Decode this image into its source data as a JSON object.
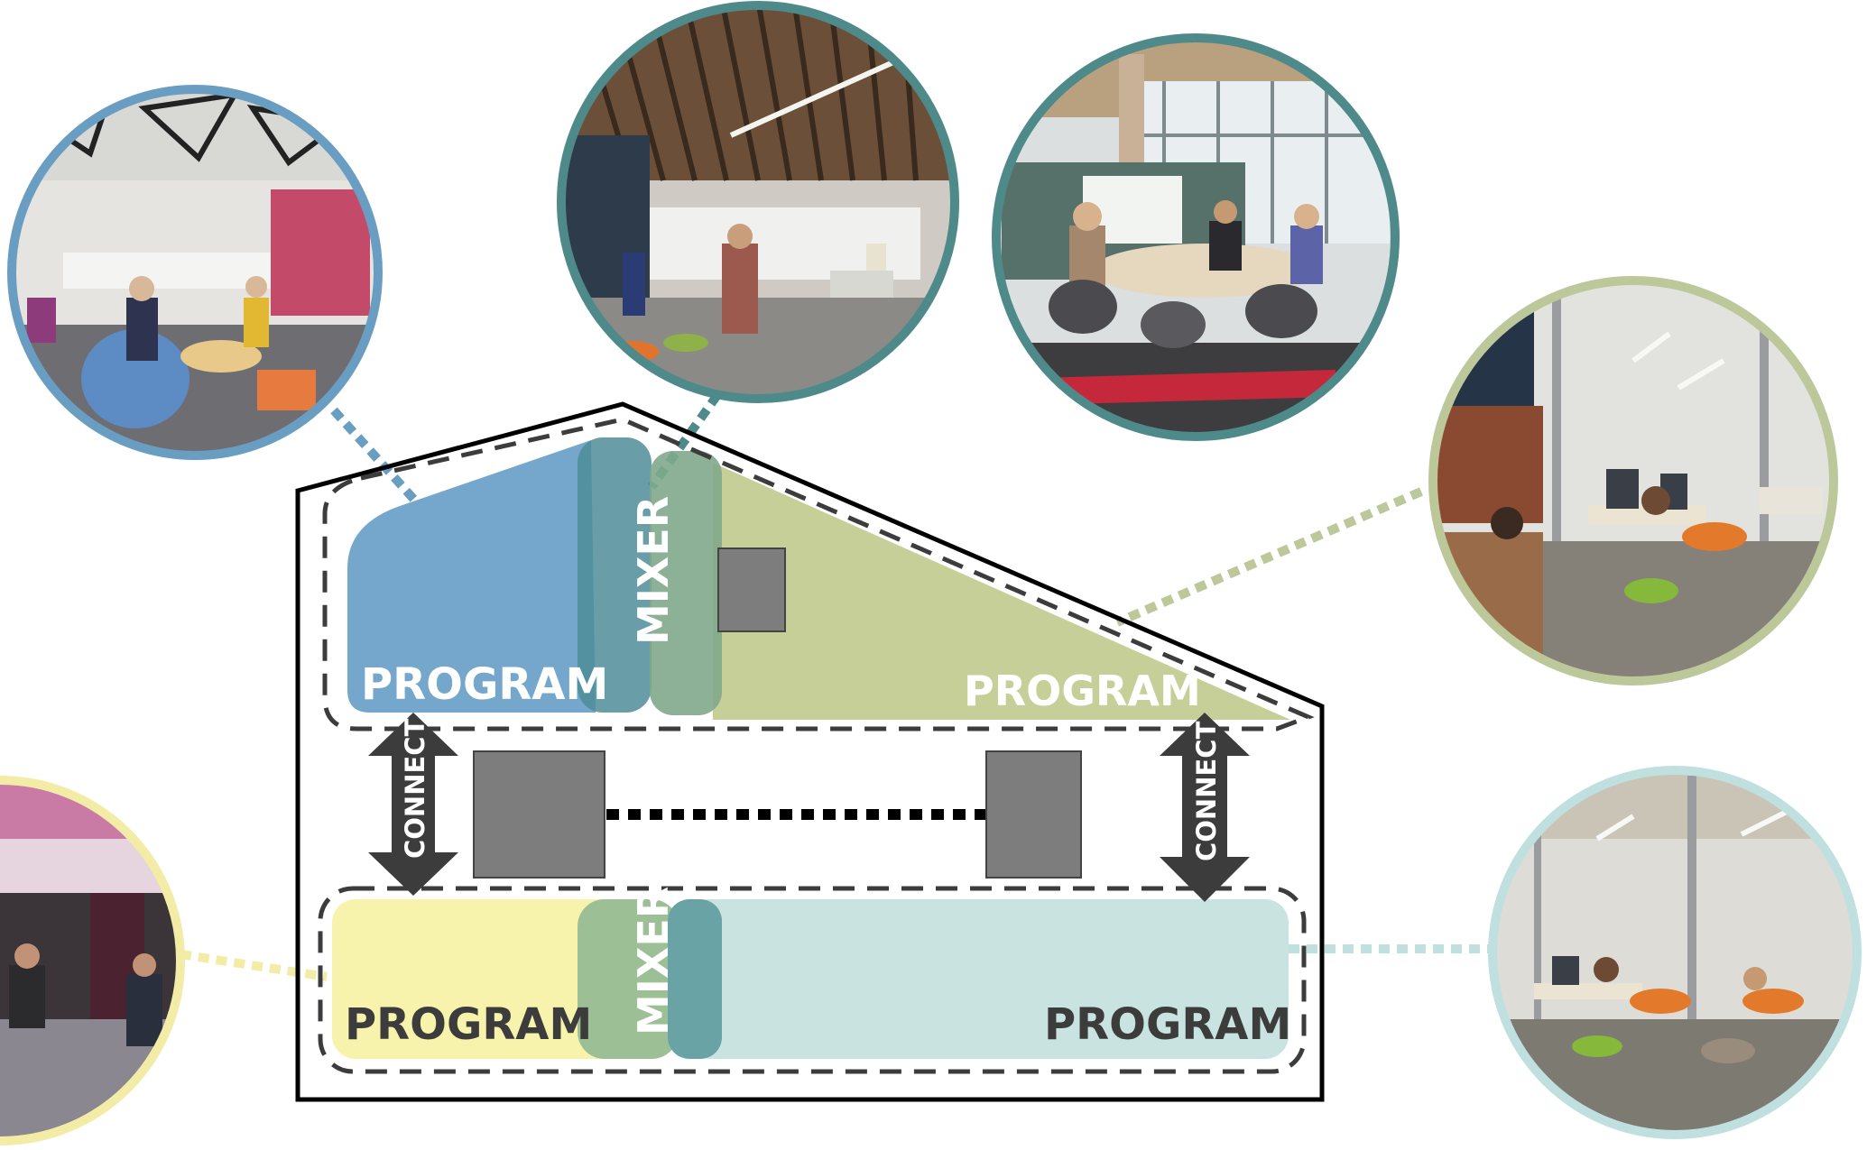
{
  "labels": {
    "upper_left_program": "PROGRAM",
    "upper_mixer": "MIXER",
    "upper_right_program": "PROGRAM",
    "left_connect": "CONNECT",
    "right_connect": "CONNECT",
    "lower_left_program": "PROGRAM",
    "lower_mixer": "MIXER",
    "lower_right_program": "PROGRAM"
  },
  "photos": [
    {
      "name": "photo-lounge-seating",
      "ring_color": "#6a9dc2"
    },
    {
      "name": "photo-corridor-students",
      "ring_color": "#4e8a8a"
    },
    {
      "name": "photo-meeting-room",
      "ring_color": "#4e8a8a"
    },
    {
      "name": "photo-computer-lab",
      "ring_color": "#bcc79a"
    },
    {
      "name": "photo-activity-room",
      "ring_color": "#f2eca6"
    },
    {
      "name": "photo-glass-classroom",
      "ring_color": "#bfe0df"
    }
  ],
  "colors": {
    "program_blue": "#74a7cb",
    "mixer_teal": "#4f8d99",
    "mixer_green": "#7fa88c",
    "program_olive": "#c7cf98",
    "program_yellow": "#f7f2ac",
    "program_aqua": "#c9e3e1",
    "arrow_dark": "#3c3c3c",
    "square_gray": "#7d7d7d"
  }
}
